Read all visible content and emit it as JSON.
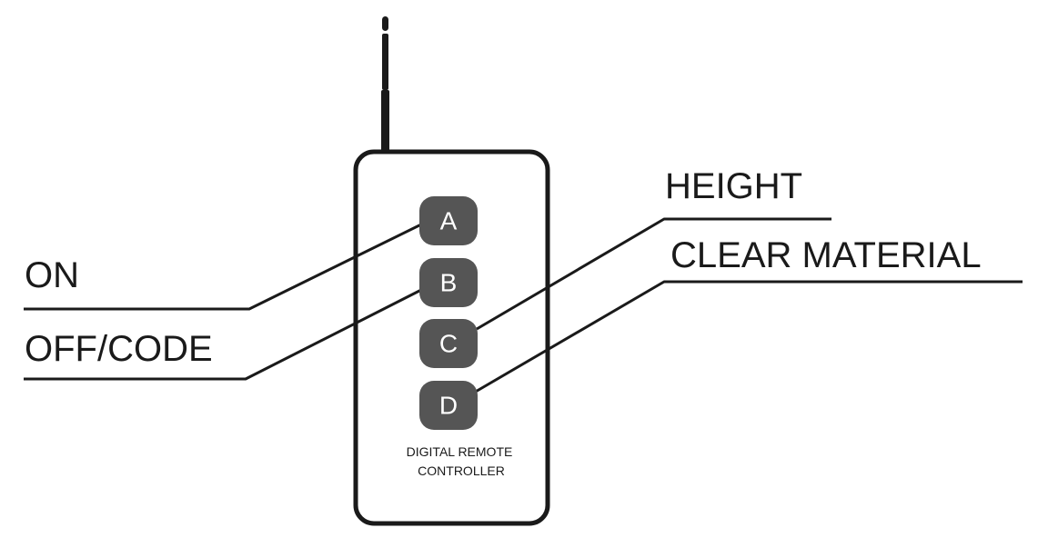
{
  "remote": {
    "caption_line1": "DIGITAL REMOTE",
    "caption_line2": "CONTROLLER",
    "buttons": [
      "A",
      "B",
      "C",
      "D"
    ],
    "button_color": "#555555",
    "outline_color": "#1a1a1a"
  },
  "callouts": {
    "on": "ON",
    "off_code": "OFF/CODE",
    "height": "HEIGHT",
    "clear_material": "CLEAR MATERIAL"
  }
}
